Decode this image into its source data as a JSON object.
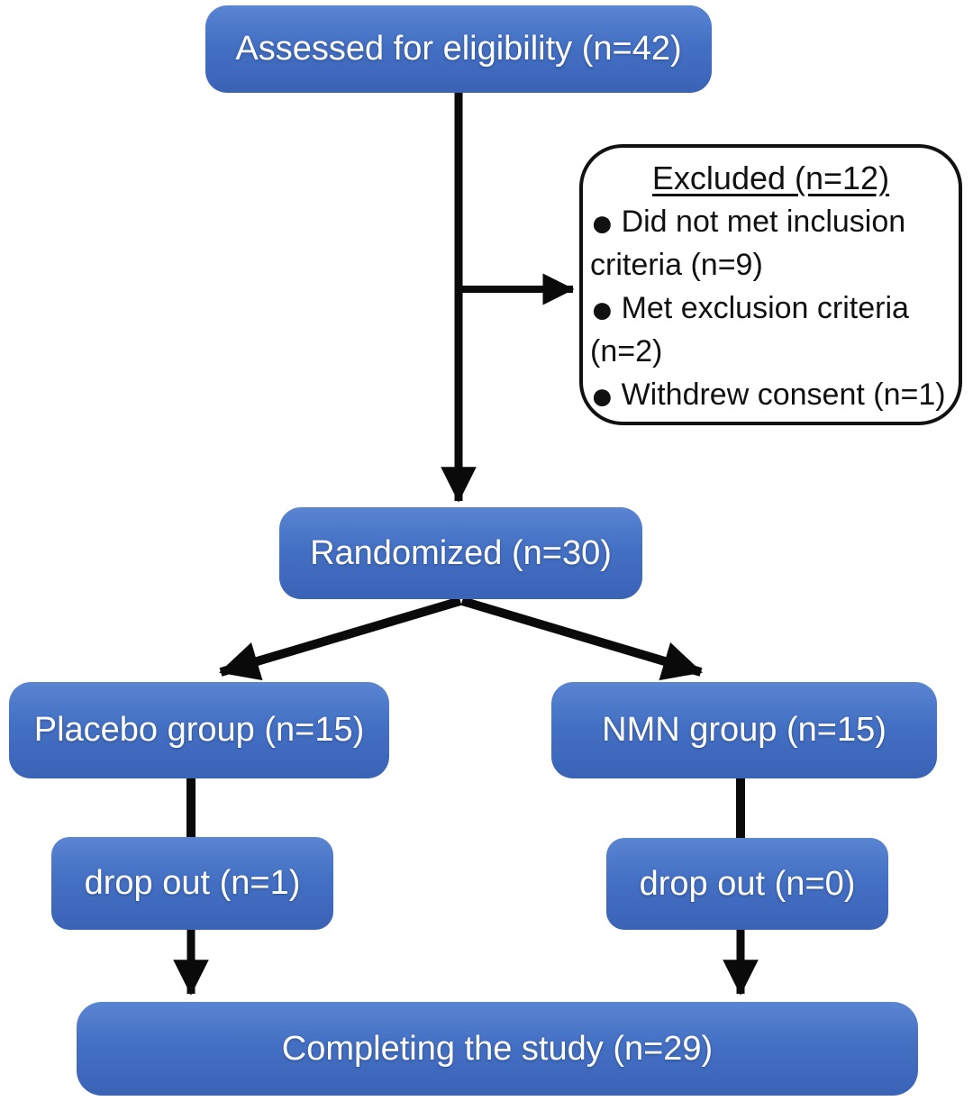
{
  "figure": {
    "type": "consort-flow-diagram",
    "colors": {
      "node_fill_top": "#5a85d2",
      "node_fill_bottom": "#3a63b6",
      "node_text": "#ffffff",
      "arrow": "#0a0a0a",
      "excluded_background": "#ffffff",
      "excluded_border": "#111111",
      "excluded_text": "#111111"
    },
    "icons": {
      "bullet": "●"
    },
    "nodes": {
      "assessed": {
        "label": "Assessed for eligibility (n=42)"
      },
      "randomized": {
        "label": "Randomized (n=30)"
      },
      "placebo": {
        "label": "Placebo group (n=15)"
      },
      "nmn": {
        "label": "NMN group (n=15)"
      },
      "dropout_placebo": {
        "label": "drop out (n=1)"
      },
      "dropout_nmn": {
        "label": "drop out (n=0)"
      },
      "completing": {
        "label": "Completing the study (n=29)"
      },
      "excluded": {
        "title": "Excluded (n=12)",
        "items": [
          "Did not met inclusion criteria (n=9)",
          "Met exclusion criteria (n=2)",
          "Withdrew consent (n=1)"
        ]
      }
    }
  }
}
